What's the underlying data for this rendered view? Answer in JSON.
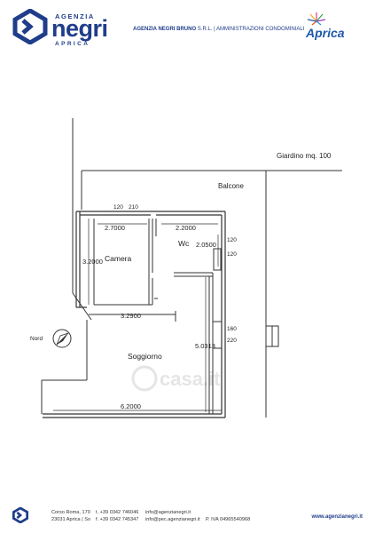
{
  "header": {
    "brand_top": "AGENZIA",
    "brand_main": "negri",
    "brand_bottom": "APRICA",
    "agency_name": "AGENZIA NEGRI BRUNO",
    "agency_rest": " S.R.L. | AMMINISTRAZIONI CONDOMINIALI",
    "partner_logo": "Aprica"
  },
  "plan": {
    "labels": {
      "garden": "Giardino mq. 100",
      "balcony": "Balcone",
      "bedroom": "Camera",
      "wc": "Wc",
      "living": "Soggiorno",
      "north": "Nord"
    },
    "dimensions": {
      "d1": "120",
      "d2": "210",
      "d3": "2.7000",
      "d4": "2.2000",
      "d5": "2.0500",
      "d6": "120",
      "d7": "120",
      "d8": "3.2000",
      "d9": "3.2900",
      "d10": "160",
      "d11": "220",
      "d12": "5.0313",
      "d13": "6.2000"
    },
    "watermark": "casa.it"
  },
  "footer": {
    "address_1": "Corso Roma, 170",
    "address_2": "23031 Aprica | So",
    "phone": "t. +39 0342 746046",
    "fax": "f. +39 0342 745347",
    "email": "info@agenzianegri.it",
    "pec": "info@pec.agenzianegri.it",
    "vat": "P. IVA 04965540968",
    "website": "www.agenzianegri.it"
  },
  "colors": {
    "brand": "#1f3d8a",
    "line": "#333333"
  }
}
